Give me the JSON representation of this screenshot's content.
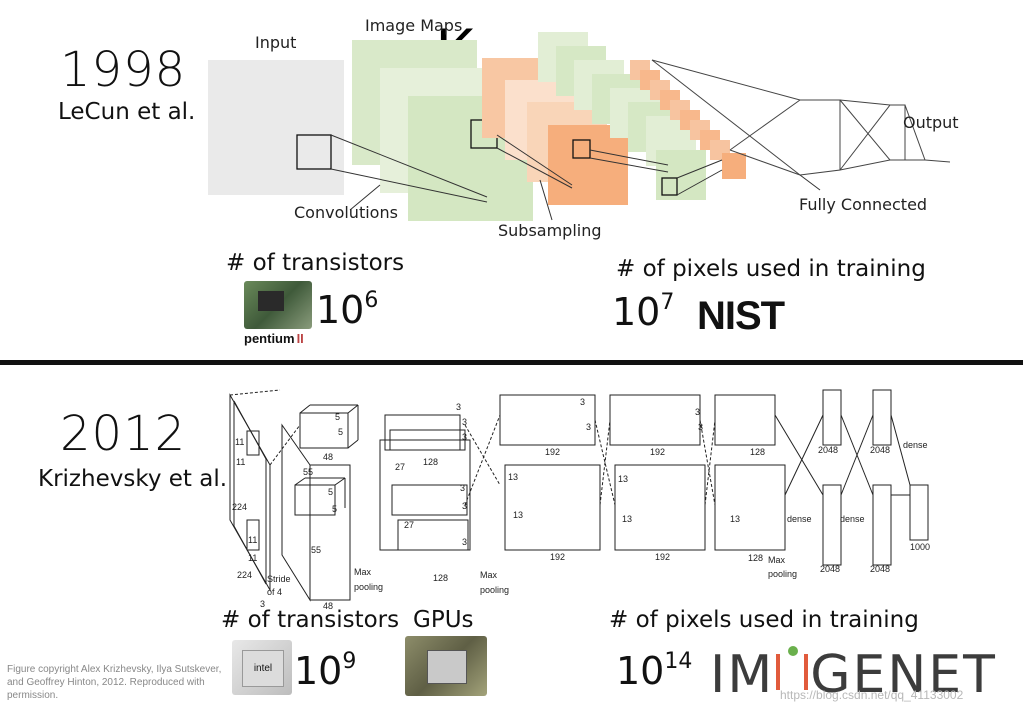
{
  "top": {
    "year": "1998",
    "author": "LeCun et al.",
    "labels": {
      "input": "Input",
      "image_maps": "Image Maps",
      "output": "Output",
      "convolutions": "Convolutions",
      "subsampling": "Subsampling",
      "fully_connected": "Fully Connected"
    },
    "input_letter": "K",
    "transistors_label": "# of transistors",
    "transistors_base": "10",
    "transistors_exp": "6",
    "pixels_label": "# of pixels used in training",
    "pixels_base": "10",
    "pixels_exp": "7",
    "chip_brand": "pentium",
    "chip_model": "II",
    "dataset_logo": "NIST"
  },
  "bottom": {
    "year": "2012",
    "author": "Krizhevsky et al.",
    "transistors_label": "# of transistors",
    "gpus_label": "GPUs",
    "transistors_base": "10",
    "transistors_exp": "9",
    "pixels_label": "# of pixels used in training",
    "pixels_base": "10",
    "pixels_exp": "14",
    "chip_brand": "intel",
    "dataset_logo": {
      "part1": "IM",
      "part2": "GENET"
    },
    "copyright": "Figure copyright Alex Krizhevsky, Ilya Sutskever, and Geoffrey Hinton, 2012. Reproduced with permission.",
    "watermark": "https://blog.csdn.net/qq_41133002",
    "alexnet": {
      "n224a": "224",
      "n224b": "224",
      "n11a": "11",
      "n11b": "11",
      "n11c": "11",
      "n11d": "11",
      "n3": "3",
      "stride": "Stride",
      "of4": "of 4",
      "n55a": "55",
      "n55b": "55",
      "n48a": "48",
      "n48b": "48",
      "n5a": "5",
      "n5b": "5",
      "n5c": "5",
      "n5d": "5",
      "n27a": "27",
      "n27b": "27",
      "n128a": "128",
      "n128b": "128",
      "n3a": "3",
      "n3b": "3",
      "n3c": "3",
      "n3d": "3",
      "n3e": "3",
      "n3f": "3",
      "n13a": "13",
      "n13b": "13",
      "n13c": "13",
      "n13d": "13",
      "n13e": "13",
      "n192a": "192",
      "n192b": "192",
      "n192c": "192",
      "n192d": "192",
      "n3g": "3",
      "n3h": "3",
      "n3i": "3",
      "n3j": "3",
      "n128c": "128",
      "n128d": "128",
      "maxpool1a": "Max",
      "maxpool1b": "pooling",
      "maxpool2a": "Max",
      "maxpool2b": "pooling",
      "maxpool3a": "Max",
      "maxpool3b": "pooling",
      "n2048a": "2048",
      "n2048b": "2048",
      "n2048c": "2048",
      "n2048d": "2048",
      "dense1": "dense",
      "dense2": "dense",
      "dense3": "dense",
      "n1000": "1000"
    }
  }
}
